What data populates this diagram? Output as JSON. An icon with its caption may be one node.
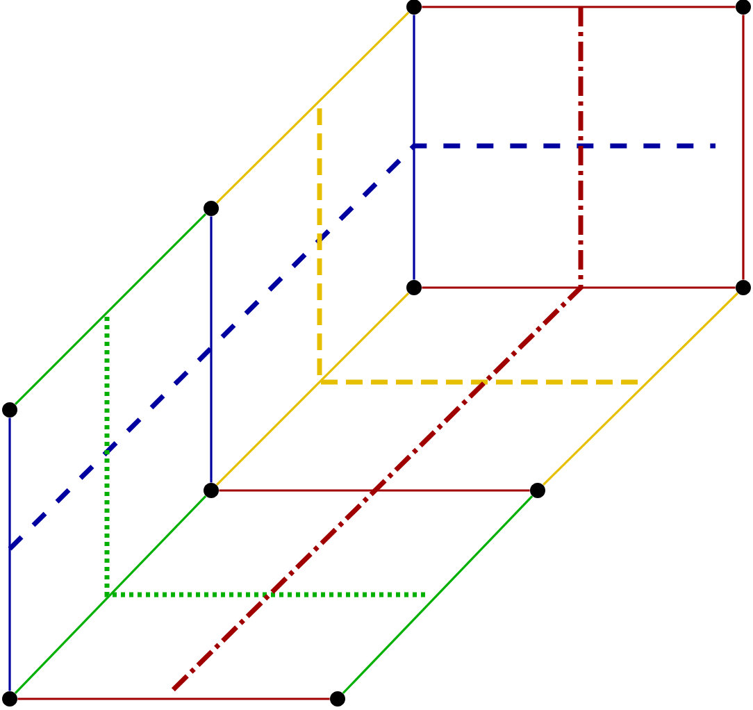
{
  "diagram": {
    "nodes": [
      {
        "text": [],
        "shape": "circle"
      },
      {
        "text": [],
        "shape": "circle"
      },
      {
        "text": [],
        "shape": "circle"
      },
      {
        "text": [],
        "shape": "circle"
      },
      {
        "text": [],
        "shape": "circle"
      },
      {
        "text": [],
        "shape": "circle"
      },
      {
        "text": [],
        "shape": "circle"
      },
      {
        "text": [],
        "shape": "circle"
      },
      {
        "text": [],
        "shape": "circle"
      },
      {
        "text": [],
        "shape": "circle"
      }
    ],
    "edges": [
      {
        "from": 0,
        "to": 1,
        "arrow": "none"
      },
      {
        "from": 0,
        "to": 3,
        "arrow": "none",
        "color": "#0000a0"
      },
      {
        "from": 1,
        "to": 4,
        "arrow": "none"
      },
      {
        "from": 3,
        "to": 4,
        "arrow": "none"
      },
      {
        "from": 2,
        "to": 0,
        "arrow": "none",
        "color": "#e6c000"
      },
      {
        "from": 6,
        "to": 3,
        "arrow": "none",
        "color": "#e6c000"
      },
      {
        "from": 7,
        "to": 4,
        "arrow": "none",
        "color": "#e6c000"
      },
      {
        "from": 2,
        "to": 6,
        "arrow": "none",
        "color": "#0000a0"
      },
      {
        "from": 5,
        "to": 2,
        "arrow": "none",
        "color": "#00b000"
      },
      {
        "from": 5,
        "to": 8,
        "arrow": "none",
        "color": "#0000a0"
      },
      {
        "from": 6,
        "to": 7,
        "arrow": "none"
      },
      {
        "from": 8,
        "to": 6,
        "arrow": "none",
        "color": "#00b000"
      },
      {
        "from": 9,
        "to": 7,
        "arrow": "none",
        "color": "#00b000"
      },
      {
        "from": 8,
        "to": 9,
        "arrow": "none"
      }
    ]
  }
}
